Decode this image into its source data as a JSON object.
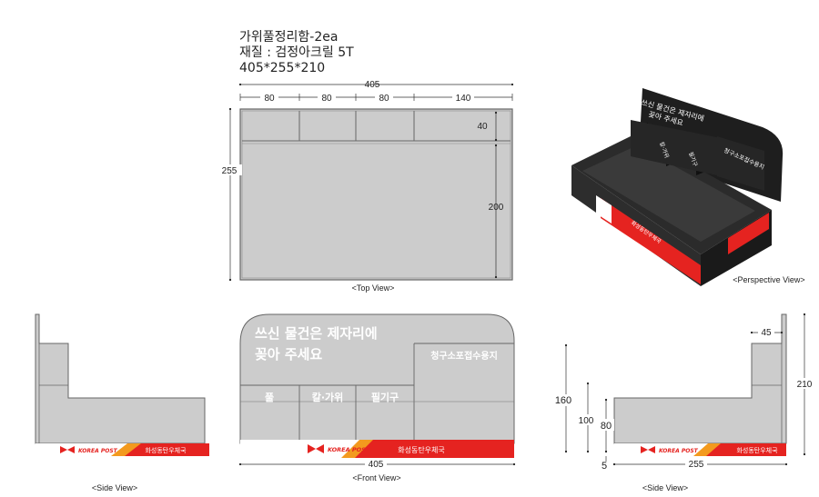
{
  "header": {
    "line1": "가위풀정리함-2ea",
    "line2": "재질 : 검정아크릴 5T",
    "line3": "405*255*210"
  },
  "top_view": {
    "caption": "<Top View>",
    "dim_total_width": "405",
    "dim_sections": [
      "80",
      "80",
      "80",
      "140"
    ],
    "dim_front_depth": "40",
    "dim_back_depth": "200",
    "dim_total_depth": "255"
  },
  "perspective_view": {
    "caption": "<Perspective View>",
    "back_text_line1": "쓰신 물건은 제자리에",
    "back_text_line2": "꽂아 주세요",
    "label_left": "칼·가위",
    "label_mid": "필기구",
    "label_right": "청구소포접수용지",
    "side_text": "화성동탄우체국"
  },
  "side_view_left": {
    "caption": "<Side View>",
    "logo_text": "KOREA POST",
    "office_text": "화성동탄우체국"
  },
  "front_view": {
    "caption": "<Front View>",
    "title_line1": "쓰신 물건은 제자리에",
    "title_line2": "꽂아 주세요",
    "label_right": "청구소포접수용지",
    "labels": [
      "풀",
      "칼·가위",
      "필기구"
    ],
    "logo_text": "KOREA POST",
    "office_text": "화성동탄우체국",
    "dim_width": "405"
  },
  "side_view_right": {
    "caption": "<Side View>",
    "dim_top": "45",
    "dim_total_height": "210",
    "dim_160": "160",
    "dim_100": "100",
    "dim_80": "80",
    "dim_5": "5",
    "dim_width": "255",
    "logo_text": "KOREA POST",
    "office_text": "화성동탄우체국"
  },
  "colors": {
    "panel_gray": "#cccccc",
    "panel_stroke": "#666666",
    "acrylic_black": "#1e1e1e",
    "post_red": "#e52320",
    "post_orange": "#f39a1e"
  }
}
